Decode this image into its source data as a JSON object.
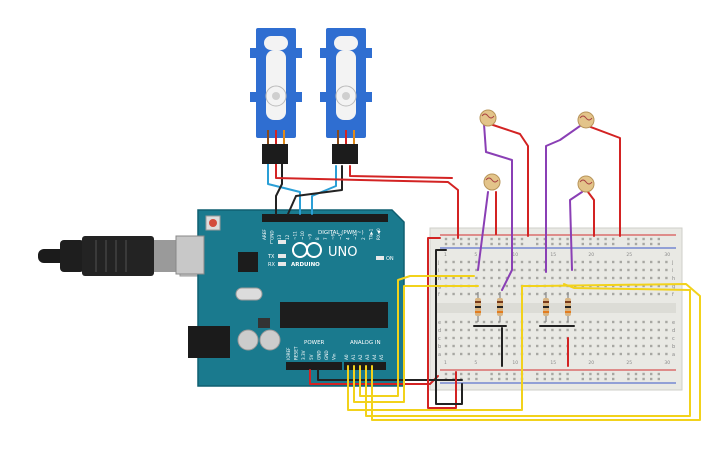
{
  "board": {
    "brand": "ARDUINO",
    "model": "UNO",
    "digital_label": "DIGITAL (PWM~)",
    "power_label": "POWER",
    "analog_label": "ANALOG IN",
    "led_labels": [
      "L",
      "TX",
      "RX"
    ],
    "on_label": "ON",
    "digital_pins": [
      "AREF",
      "GND",
      "13",
      "12",
      "~11",
      "~10",
      "~9",
      "8",
      "7",
      "~6",
      "~5",
      "4",
      "~3",
      "2",
      "TX▶1",
      "RX◀0"
    ],
    "power_pins": [
      "IOREF",
      "RESET",
      "3.3V",
      "5V",
      "GND",
      "GND",
      "Vin"
    ],
    "analog_pins": [
      "A0",
      "A1",
      "A2",
      "A3",
      "A4",
      "A5"
    ]
  },
  "breadboard": {
    "row_letters_top": [
      "j",
      "i",
      "h",
      "g",
      "f"
    ],
    "row_letters_bottom": [
      "e",
      "d",
      "c",
      "b",
      "a"
    ],
    "column_numbers": [
      "1",
      "5",
      "10",
      "15",
      "20",
      "25",
      "30"
    ]
  },
  "components": {
    "servos": [
      "servo-left",
      "servo-right"
    ],
    "photoresistors": [
      "ldr-1",
      "ldr-2",
      "ldr-3",
      "ldr-4"
    ],
    "resistors": [
      "resistor-1",
      "resistor-2",
      "resistor-3",
      "resistor-4"
    ]
  },
  "colors": {
    "board": "#1a7a8e",
    "servo": "#2f6ed1",
    "wire_red": "#d32323",
    "wire_black": "#222222",
    "wire_blue": "#2a9fd6",
    "wire_yellow": "#f2d21b",
    "wire_purple": "#8a3fb5",
    "breadboard": "#e9e9e4"
  }
}
